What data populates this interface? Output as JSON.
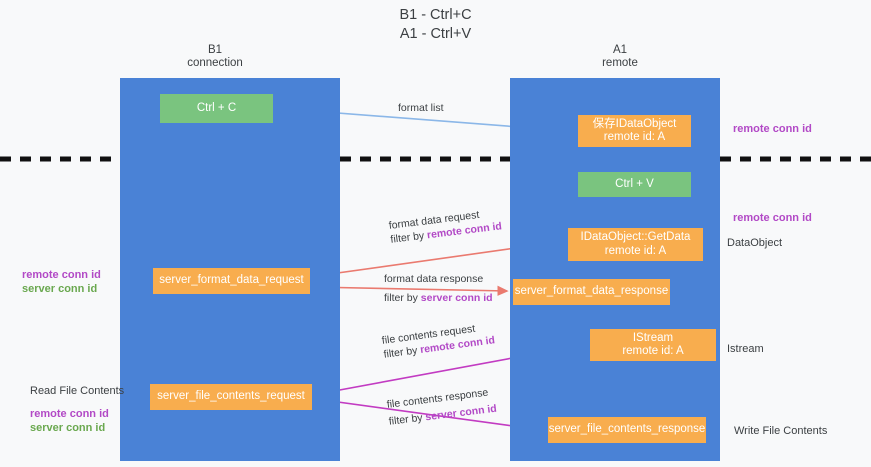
{
  "title": "B1 - Ctrl+C\nA1 - Ctrl+V",
  "columns": [
    {
      "id": "b1",
      "label": "B1\nconnection"
    },
    {
      "id": "a1",
      "label": "A1\nremote"
    }
  ],
  "boxes": [
    {
      "id": "ctrl_c",
      "label": "Ctrl + C",
      "color": "#7ac47f",
      "lane": "b1"
    },
    {
      "id": "idataobject",
      "label": "保存IDataObject\nremote id: A",
      "color": "#f8ad4e",
      "lane": "a1"
    },
    {
      "id": "ctrl_v",
      "label": "Ctrl + V",
      "color": "#7ac47f",
      "lane": "a1"
    },
    {
      "id": "getdata",
      "label": "IDataObject::GetData\nremote id: A",
      "color": "#f8ad4e",
      "lane": "a1"
    },
    {
      "id": "server_format_data_request",
      "label": "server_format_data_request",
      "color": "#f8ad4e",
      "lane": "b1"
    },
    {
      "id": "server_format_data_response",
      "label": "server_format_data_response",
      "color": "#f8ad4e",
      "lane": "a1"
    },
    {
      "id": "istream",
      "label": "IStream\nremote id: A",
      "color": "#f8ad4e",
      "lane": "a1"
    },
    {
      "id": "server_file_contents_request",
      "label": "server_file_contents_request",
      "color": "#f8ad4e",
      "lane": "b1"
    },
    {
      "id": "server_file_contents_response",
      "label": "server_file_contents_response",
      "color": "#f8ad4e",
      "lane": "a1"
    }
  ],
  "edge_labels": {
    "format_list": "format list",
    "format_data_request": "format data request",
    "format_data_request_filter_prefix": "filter by ",
    "format_data_request_filter_key": "remote conn id",
    "format_data_response": "format data response",
    "format_data_response_filter_prefix": "filter by ",
    "format_data_response_filter_key": "server conn id",
    "file_contents_request": "file contents request",
    "file_contents_request_filter_prefix": "filter by ",
    "file_contents_request_filter_key": "remote conn id",
    "file_contents_response": "file contents response",
    "file_contents_response_filter_prefix": "filter by ",
    "file_contents_response_filter_key": "server conn id"
  },
  "annotations": {
    "remote_conn_id_top": "remote conn id",
    "remote_conn_id_mid": "remote conn id",
    "dataobject": "DataObject",
    "istream": "Istream",
    "write_file_contents": "Write File Contents",
    "read_file_contents": "Read File Contents",
    "left_remote_conn_id_mid": "remote conn id",
    "left_server_conn_id_mid": "server conn id",
    "left_remote_conn_id_low": "remote conn id",
    "left_server_conn_id_low": "server conn id"
  },
  "colors": {
    "lane": "#4a82d6",
    "green_box": "#7ac47f",
    "orange_box": "#f8ad4e",
    "purple_text": "#b249c6",
    "green_text": "#6aa84f",
    "arrow_blue": "#8bb7e8",
    "arrow_red": "#ea7a6f",
    "arrow_magenta": "#c23bc2",
    "arrow_black": "#111111",
    "background": "#f8f9fa"
  }
}
